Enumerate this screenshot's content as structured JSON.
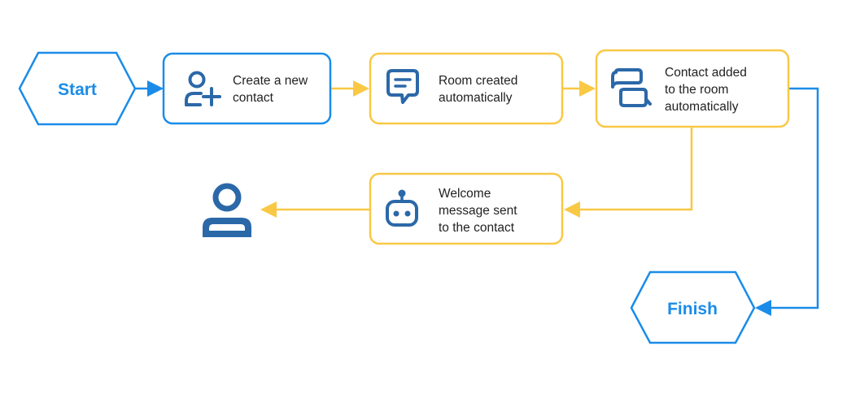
{
  "colors": {
    "blue": "#1a8ce8",
    "yellow": "#f9c845",
    "icon": "#2b68a8",
    "text": "#222222",
    "background": "#ffffff"
  },
  "start": {
    "label": "Start"
  },
  "finish": {
    "label": "Finish"
  },
  "steps": [
    {
      "id": "create",
      "lines": [
        "Create a new",
        "contact"
      ],
      "icon": "user-plus-icon"
    },
    {
      "id": "room",
      "lines": [
        "Room created",
        "automatically"
      ],
      "icon": "chat-bubble-icon"
    },
    {
      "id": "added",
      "lines": [
        "Contact added",
        "to the room",
        "automatically"
      ],
      "icon": "chat-group-icon"
    },
    {
      "id": "welcome",
      "lines": [
        "Welcome",
        "message sent",
        "to the contact"
      ],
      "icon": "robot-icon"
    }
  ],
  "end_icon": "user-icon"
}
